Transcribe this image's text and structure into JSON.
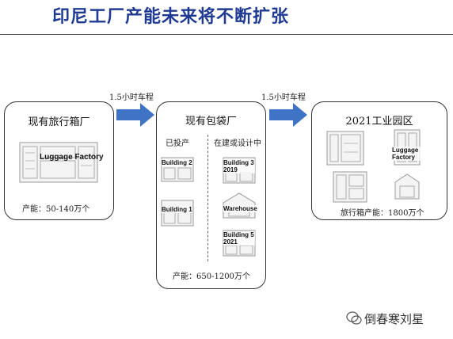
{
  "title": "印尼工厂产能未来将不断扩张",
  "arrows": [
    {
      "label": "1.5小时车程"
    },
    {
      "label": "1.5小时车程"
    }
  ],
  "boxes": {
    "left": {
      "title": "现有旅行箱厂",
      "building_label": "Luggage Factory",
      "capacity": "产能：50-140万个"
    },
    "middle": {
      "title": "现有包袋厂",
      "col_operating": "已投产",
      "col_building": "在建或设计中",
      "buildings_operating": [
        "Building 2",
        "Building 1"
      ],
      "buildings_planned": [
        "Building 3 2019",
        "Warehouse",
        "Building 5 2021"
      ],
      "capacity": "产能：650-1200万个"
    },
    "right": {
      "title": "2021工业园区",
      "building_label": "Luggage Factory",
      "capacity": "旅行箱产能：1800万个"
    }
  },
  "watermark": "倒春寒刘星",
  "colors": {
    "title": "#1f3a93",
    "arrow": "#3e73c6"
  }
}
